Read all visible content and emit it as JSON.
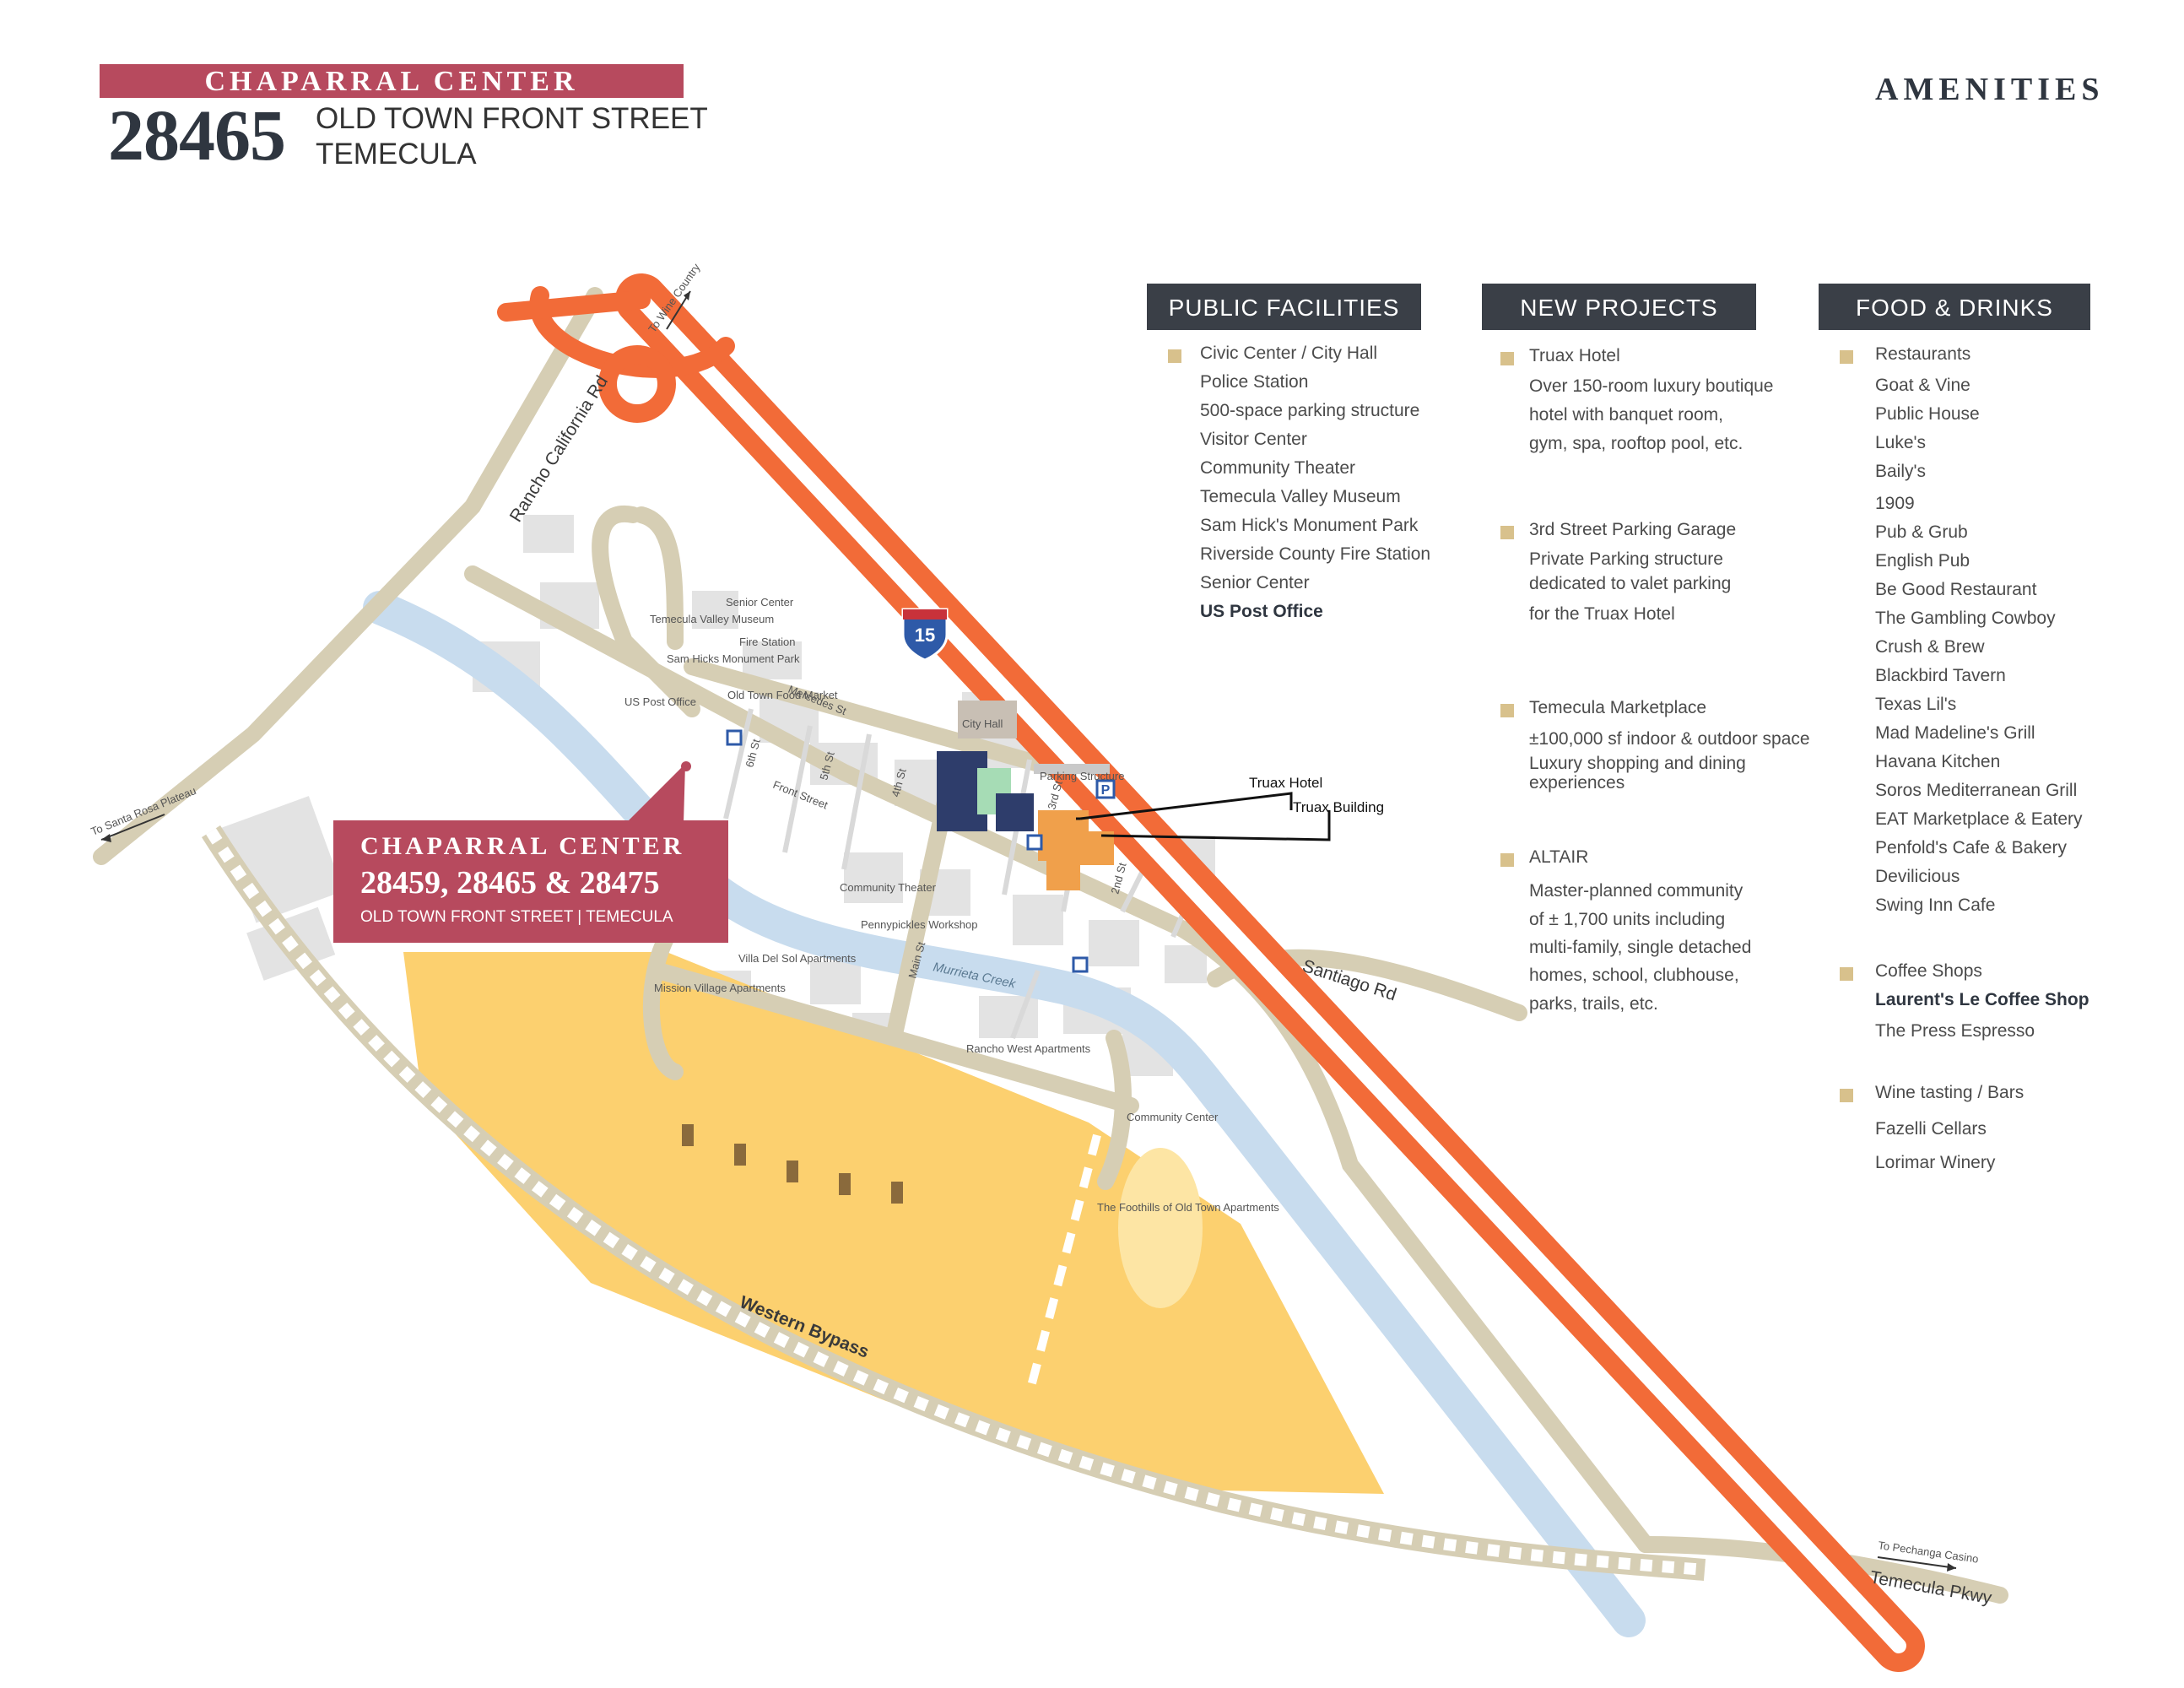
{
  "header": {
    "title": "CHAPARRAL CENTER",
    "number": "28465",
    "street": "OLD TOWN FRONT STREET",
    "city": "TEMECULA",
    "amenities_title": "AMENITIES"
  },
  "callout": {
    "title": "CHAPARRAL CENTER",
    "addresses": "28459, 28465 & 28475",
    "subtitle": "OLD TOWN FRONT STREET | TEMECULA"
  },
  "map": {
    "roads": {
      "rancho_california": "Rancho California Rd",
      "western_bypass": "Western Bypass",
      "santiago": "Santiago Rd",
      "temecula_pkwy": "Temecula Pkwy",
      "front_street": "Front Street",
      "mercedes": "Mercedes St",
      "main": "Main St",
      "sixth": "6th St",
      "fifth": "5th St",
      "fourth": "4th St",
      "third": "3rd St",
      "second": "2nd St",
      "interstate": "15"
    },
    "creek": "Murrieta Creek",
    "directions": {
      "wine_country": "To Wine Country",
      "santa_rosa": "To Santa Rosa Plateau",
      "pechanga": "To Pechanga Casino"
    },
    "places": {
      "senior_center": "Senior Center",
      "valley_museum": "Temecula Valley Museum",
      "fire_station": "Fire Station",
      "monument_park": "Sam Hicks Monument Park",
      "food_market": "Old Town Food Market",
      "post_office": "US Post Office",
      "city_hall": "City Hall",
      "parking_structure": "Parking Structure",
      "community_theater": "Community Theater",
      "pennypickles": "Pennypickles Workshop",
      "villa_del_sol": "Villa Del Sol Apartments",
      "mission_village": "Mission Village Apartments",
      "rancho_west": "Rancho West Apartments",
      "community_center": "Community Center",
      "foothills": "The Foothills of Old Town Apartments"
    },
    "callouts": {
      "truax_hotel": "Truax Hotel",
      "truax_building": "Truax Building"
    },
    "colors": {
      "freeway": "#f26b38",
      "road": "#d6ceb4",
      "creek": "#c8dcee",
      "development": "#fcd06f",
      "building": "#2e3d6b",
      "project": "#f0a04b",
      "accent": "#b74a5e"
    }
  },
  "amenities": {
    "public_facilities": {
      "header": "PUBLIC FACILITIES",
      "items": [
        "Civic Center / City Hall",
        "Police Station",
        "500-space parking structure",
        "Visitor Center",
        "Community Theater",
        "Temecula Valley Museum",
        "Sam Hick's Monument Park",
        "Riverside County Fire Station",
        "Senior Center",
        "US Post Office"
      ]
    },
    "new_projects": {
      "header": "NEW PROJECTS",
      "truax_hotel": {
        "title": "Truax Hotel",
        "lines": [
          "Over 150-room luxury boutique",
          "hotel with banquet room,",
          "gym, spa, rooftop pool, etc."
        ]
      },
      "garage": {
        "title": "3rd Street Parking Garage",
        "lines": [
          "Private Parking structure",
          "dedicated to valet parking",
          "for the Truax Hotel"
        ]
      },
      "marketplace": {
        "title": "Temecula Marketplace",
        "lines": [
          "±100,000 sf indoor & outdoor space",
          "Luxury shopping and dining",
          "experiences"
        ]
      },
      "altair": {
        "title": "ALTAIR",
        "lines": [
          "Master-planned community",
          "of ± 1,700 units including",
          "multi-family, single detached",
          "homes, school, clubhouse,",
          "parks, trails, etc."
        ]
      }
    },
    "food_drinks": {
      "header": "FOOD & DRINKS",
      "restaurants_title": "Restaurants",
      "restaurants": [
        "Goat & Vine",
        "Public House",
        "Luke's",
        "Baily's",
        "1909",
        "Pub & Grub",
        "English Pub",
        "Be Good Restaurant",
        "The Gambling Cowboy",
        "Crush & Brew",
        "Blackbird Tavern",
        "Texas Lil's",
        "Mad Madeline's Grill",
        "Havana Kitchen",
        "Soros Mediterranean Grill",
        "EAT Marketplace & Eatery",
        "Penfold's Cafe & Bakery",
        "Devilicious",
        "Swing Inn Cafe"
      ],
      "coffee_title": "Coffee Shops",
      "coffee": [
        "Laurent's Le Coffee Shop",
        "The Press Espresso"
      ],
      "wine_title": "Wine tasting / Bars",
      "wine": [
        "Fazelli Cellars",
        "Lorimar Winery"
      ]
    }
  }
}
